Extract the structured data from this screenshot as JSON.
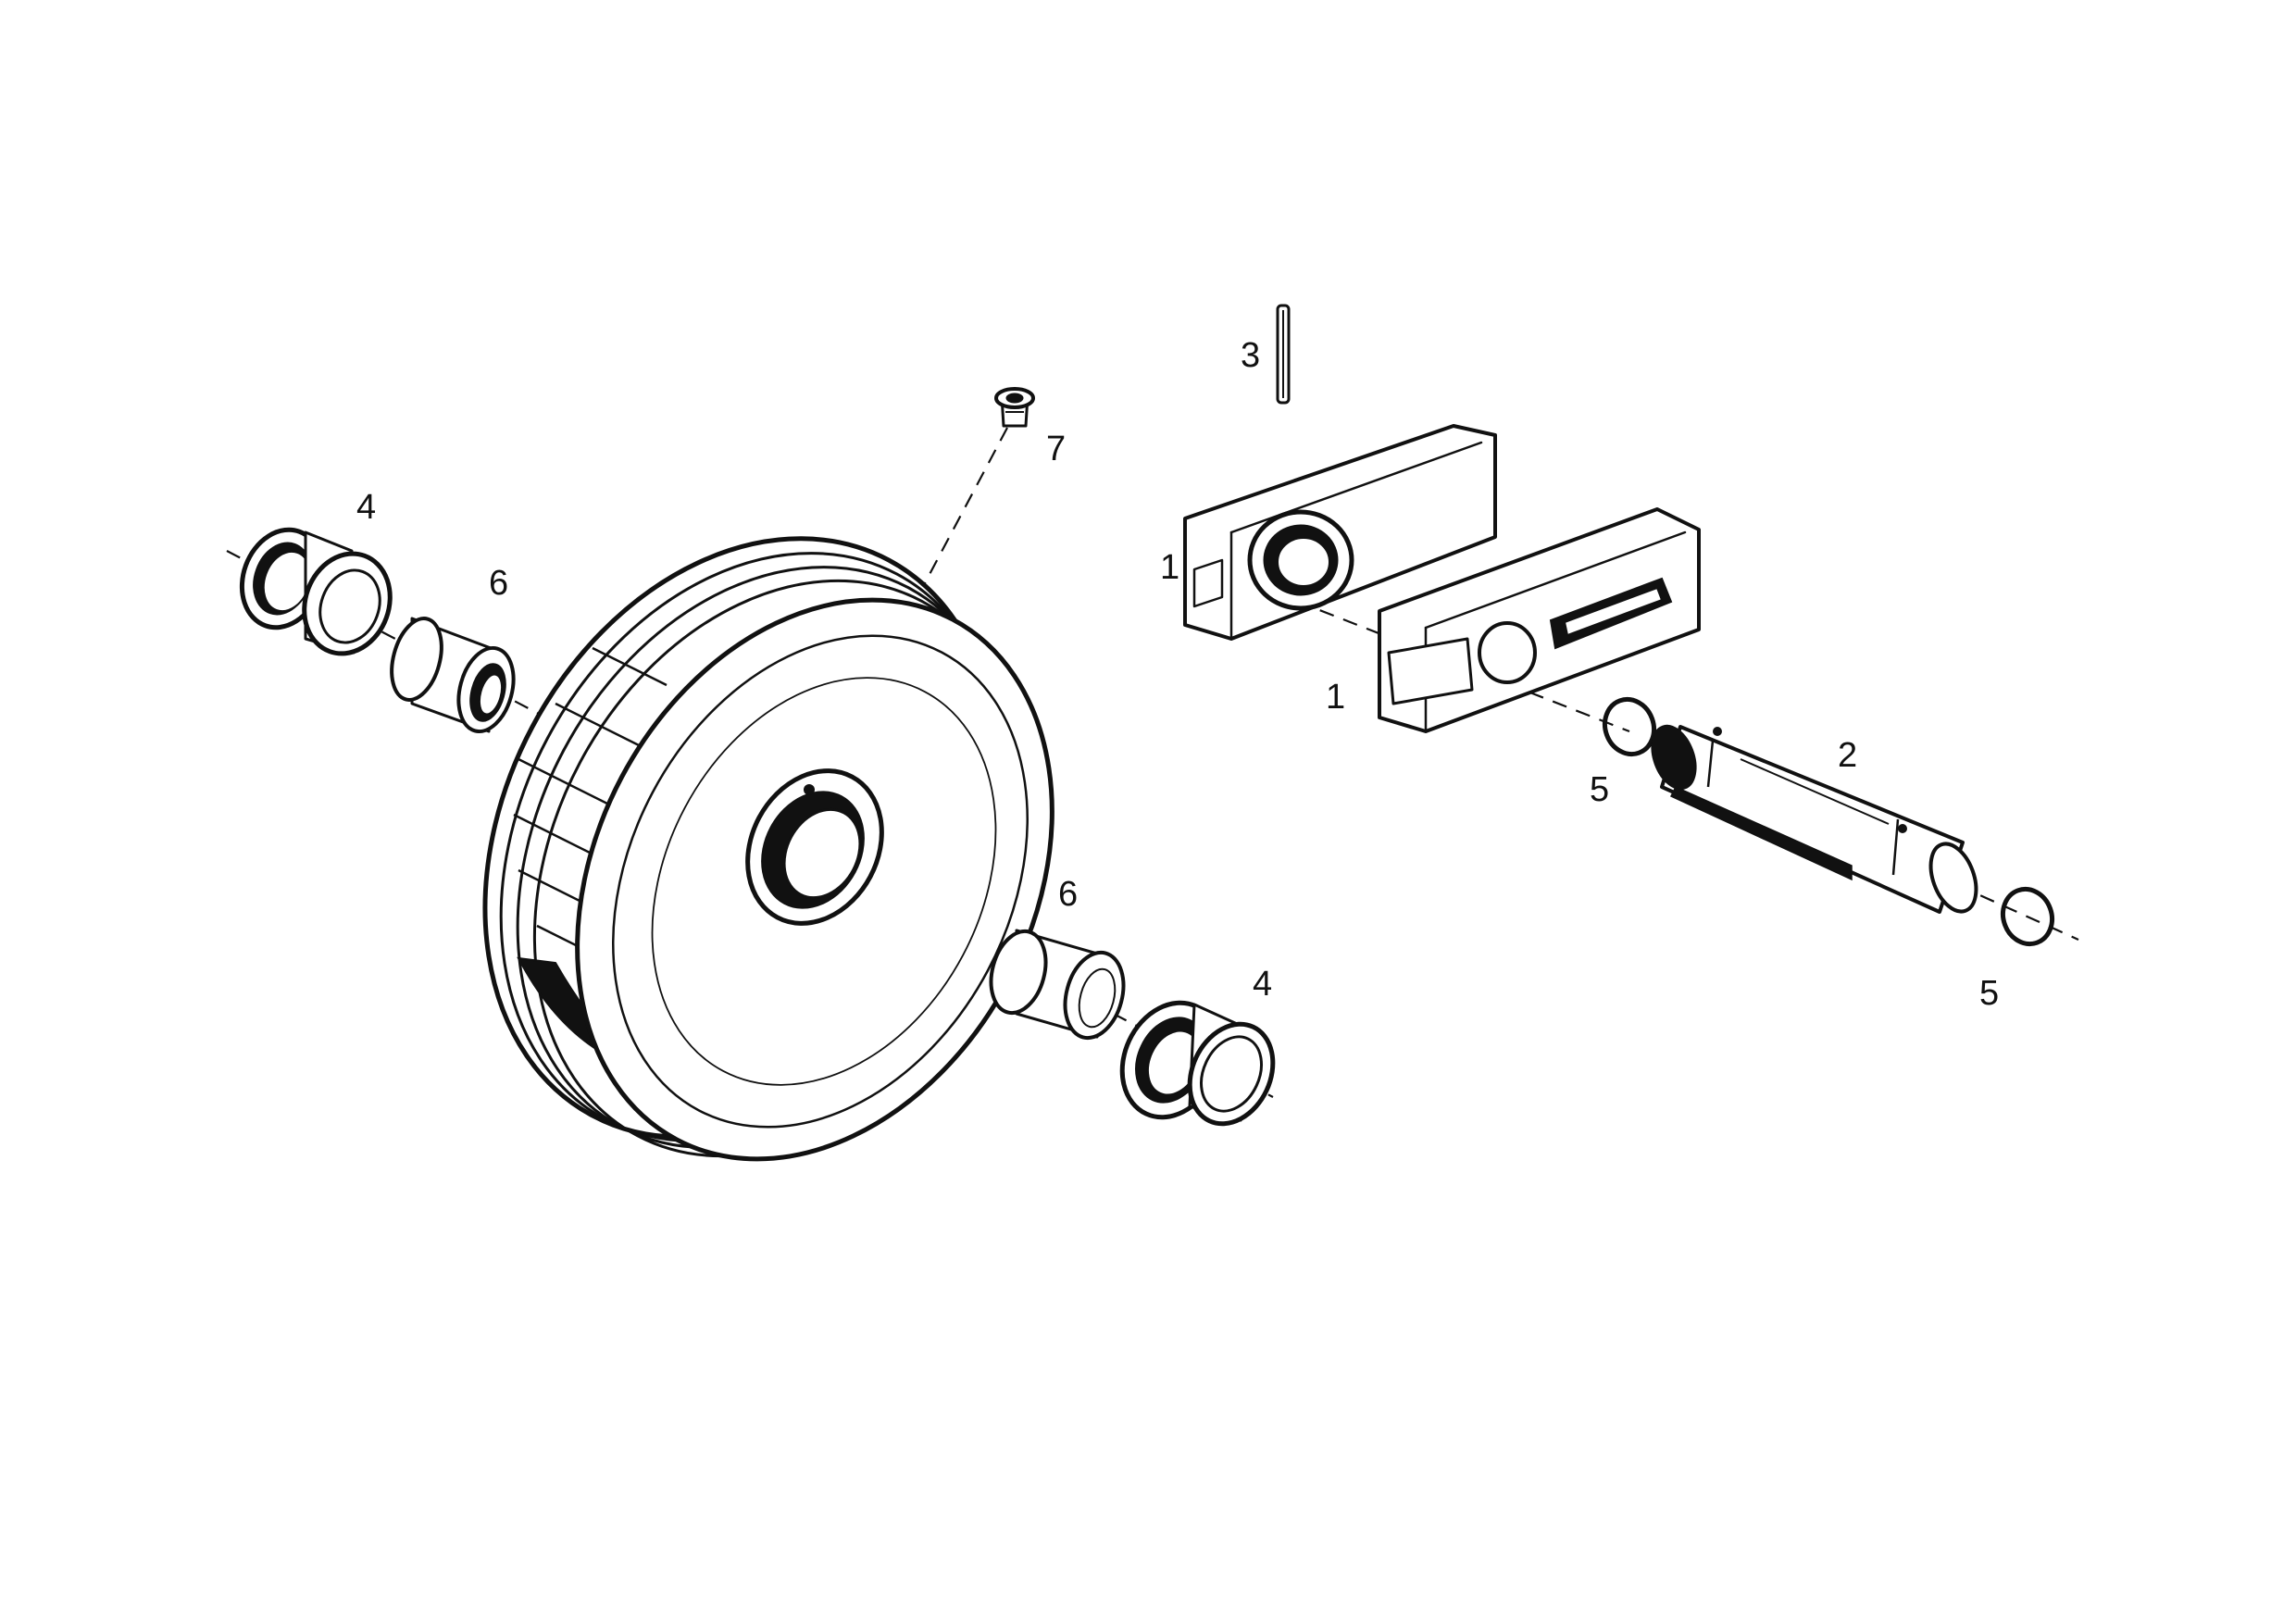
{
  "colors": {
    "ink": "#111111",
    "paper": "#ffffff"
  },
  "callouts": {
    "block_upper": "1",
    "block_lower": "1",
    "shaft": "2",
    "pin": "3",
    "seal_left": "4",
    "seal_right": "4",
    "oring_left": "5",
    "oring_right": "5",
    "bushing_left": "6",
    "bushing_right": "6",
    "plug": "7"
  }
}
